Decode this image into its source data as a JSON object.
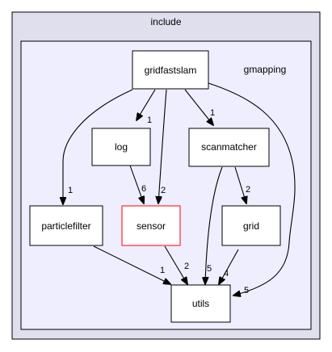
{
  "outer_cluster": {
    "label": "include",
    "fill": "#dfdfed"
  },
  "inner_cluster": {
    "label": "gmapping",
    "fill": "#eeeeff"
  },
  "nodes": {
    "gridfastslam": "gridfastslam",
    "log": "log",
    "scanmatcher": "scanmatcher",
    "particlefilter": "particlefilter",
    "sensor": "sensor",
    "grid": "grid",
    "utils": "utils"
  },
  "highlight_node_stroke": "#ff0000",
  "edge_labels": {
    "gridfastslam_log": "1",
    "gridfastslam_scanmatcher": "1",
    "gridfastslam_particlefilter": "1",
    "gridfastslam_sensor": "2",
    "gridfastslam_utils": "5",
    "log_sensor": "6",
    "scanmatcher_grid": "2",
    "scanmatcher_utils": "5",
    "particlefilter_utils": "1",
    "sensor_utils": "2",
    "grid_utils": "4"
  }
}
